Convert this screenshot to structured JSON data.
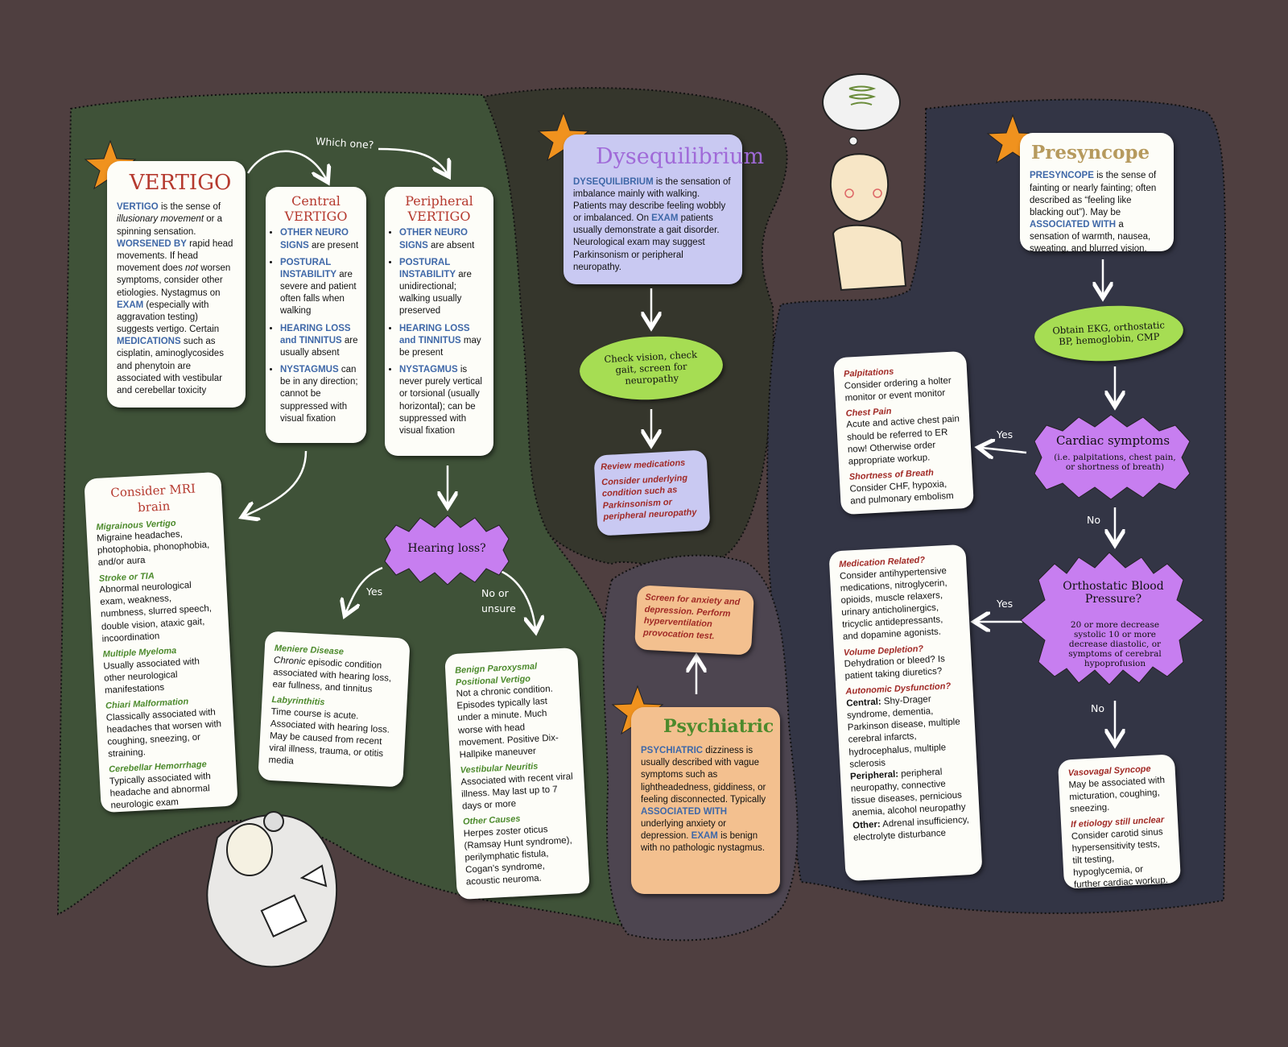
{
  "vertigo": {
    "title": "VERTIGO",
    "kw1": "VERTIGO",
    "t1": " is the sense of ",
    "t1i": "illusionary movement",
    "t1b": " or a spinning sensation. ",
    "kw2": "WORSENED BY",
    "t2": " rapid head movements. If head movement does ",
    "t2i": "not",
    "t2b": " worsen symptoms, consider other etiologies. Nystagmus on ",
    "kw3": "EXAM",
    "t3": " (especially with aggravation testing) suggests vertigo. Certain ",
    "kw4": "MEDICATIONS",
    "t4": " such as cisplatin, aminoglycosides and phenytoin are associated with vestibular and cerebellar toxicity"
  },
  "which_one": "Which one?",
  "central": {
    "title1": "Central",
    "title2": "VERTIGO",
    "items": [
      {
        "kw": "OTHER NEURO SIGNS",
        "text": " are present"
      },
      {
        "kw": "POSTURAL INSTABILITY",
        "text": " are severe and patient often falls when walking"
      },
      {
        "kw": "HEARING LOSS and TINNITUS",
        "text": " are usually absent"
      },
      {
        "kw": "NYSTAGMUS",
        "text": " can be in any direction; cannot be suppressed with visual fixation"
      }
    ]
  },
  "peripheral": {
    "title1": "Peripheral",
    "title2": "VERTIGO",
    "items": [
      {
        "kw": "OTHER NEURO SIGNS",
        "text": " are absent"
      },
      {
        "kw": "POSTURAL INSTABILITY",
        "text": " are unidirectional; walking usually preserved"
      },
      {
        "kw": "HEARING LOSS and TINNITUS",
        "text": " may be present"
      },
      {
        "kw": "NYSTAGMUS",
        "text": " is never purely vertical or torsional (usually horizontal); can be suppressed with visual fixation"
      }
    ]
  },
  "mri": {
    "title": "Consider MRI brain",
    "items": [
      {
        "head": "Migrainous Vertigo",
        "text": "Migraine headaches, photophobia, phonophobia, and/or aura"
      },
      {
        "head": "Stroke or TIA",
        "text": "Abnormal neurological exam, weakness, numbness, slurred speech, double vision, ataxic gait, incoordination"
      },
      {
        "head": "Multiple Myeloma",
        "text": "Usually associated with other neurological manifestations"
      },
      {
        "head": "Chiari Malformation",
        "text": "Classically associated with headaches that worsen with coughing, sneezing, or straining."
      },
      {
        "head": "Cerebellar Hemorrhage",
        "text": "Typically associated with headache and abnormal neurologic exam"
      }
    ]
  },
  "hearing_loss": "Hearing loss?",
  "yes": "Yes",
  "no_or_unsure": "No or unsure",
  "meniere": {
    "items": [
      {
        "head": "Meniere Disease",
        "text": " episodic condition associated with hearing loss, ear fullness, and tinnitus",
        "ital": "Chronic"
      },
      {
        "head": "Labyrinthitis",
        "text": "Time course is acute. Associated with hearing loss. May be caused from recent viral illness, trauma, or otitis media",
        "ital": ""
      }
    ]
  },
  "bppv": {
    "items": [
      {
        "head": "Benign Paroxysmal Positional Vertigo",
        "text": "Not a chronic condition. Episodes typically last under a minute. Much worse with head movement. Positive Dix-Hallpike maneuver"
      },
      {
        "head": "Vestibular Neuritis",
        "text": "Associated with recent viral illness. May last up to 7 days or more"
      },
      {
        "head": "Other Causes",
        "text": "Herpes zoster oticus (Ramsay Hunt syndrome), perilymphatic fistula, Cogan's syndrome, acoustic neuroma."
      }
    ]
  },
  "dys": {
    "title": "Dysequilibrium",
    "kw1": "DYSEQUILIBRIUM",
    "t1": " is the sensation of imbalance mainly with walking. Patients may describe feeling wobbly or imbalanced. On ",
    "kw2": "EXAM",
    "t2": " patients usually demonstrate a gait disorder. Neurological exam may suggest Parkinsonism or peripheral neuropathy.",
    "check": "Check vision, check gait, screen for neuropathy",
    "review_head": "Review medications",
    "review_text": "Consider underlying condition such as Parkinsonism or peripheral neuropathy"
  },
  "psych": {
    "screen": "Screen for anxiety and depression. Perform hyperventilation provocation test.",
    "title": "Psychiatric",
    "kw1": "PSYCHIATRIC",
    "t1": " dizziness is usually described with vague symptoms such as lightheadedness, giddiness, or feeling disconnected. Typically ",
    "kw2": "ASSOCIATED WITH",
    "t2": " underlying anxiety or depression. ",
    "kw3": "EXAM",
    "t3": " is benign with no pathologic nystagmus."
  },
  "presyncope": {
    "title": "Presyncope",
    "kw1": "PRESYNCOPE",
    "t1": " is the sense of fainting or nearly fainting; often described as “feeling like blacking out”). May be ",
    "kw2": "ASSOCIATED WITH",
    "t2": " a sensation of warmth, nausea, sweating, and blurred vision.",
    "obtain": "Obtain EKG, orthostatic BP, hemoglobin, CMP",
    "cardiac_title": "Cardiac symptoms",
    "cardiac_sub": "(i.e. palpitations, chest pain, or shortness of breath)",
    "ortho_title": "Orthostatic Blood Pressure?",
    "ortho_sub": "20 or more decrease systolic 10 or more decrease diastolic, or symptoms of cerebral hypoprofusion",
    "yes": "Yes",
    "no": "No",
    "cardiac_items": [
      {
        "head": "Palpitations",
        "text": "Consider ordering a holter monitor or event monitor"
      },
      {
        "head": "Chest Pain",
        "text": "Acute and active chest pain should be referred to ER now! Otherwise order appropriate workup."
      },
      {
        "head": "Shortness of Breath",
        "text": "Consider CHF, hypoxia, and pulmonary embolism"
      }
    ],
    "med": {
      "h1": "Medication Related?",
      "t1": "Consider antihypertensive medications, nitroglycerin, opioids, muscle relaxers, urinary anticholinergics, tricyclic antidepressants, and dopamine agonists.",
      "h2": "Volume Depletion?",
      "t2": "Dehydration or bleed? Is patient taking diuretics?",
      "h3": "Autonomic Dysfunction?",
      "c_label": "Central:",
      "c_text": " Shy-Drager syndrome, dementia, Parkinson disease, multiple cerebral infarcts, hydrocephalus, multiple sclerosis",
      "p_label": "Peripheral:",
      "p_text": " peripheral neuropathy, connective tissue diseases, pernicious anemia, alcohol neuropathy",
      "o_label": "Other:",
      "o_text": " Adrenal insufficiency, electrolyte disturbance"
    },
    "vaso": {
      "h1": "Vasovagal Syncope",
      "t1": "May be associated with micturation, coughing, sneezing.",
      "h2": "If etiology still unclear",
      "t2": "Consider carotid sinus hypersensitivity tests, tilt testing, hypoglycemia, or further cardiac workup."
    }
  },
  "colors": {
    "background": "#4f3f40",
    "vertigo_panel": "#3f5238",
    "dys_panel": "#35362c",
    "psych_panel": "#4d4550",
    "presyncope_panel": "#333545",
    "star": "#f0921e",
    "burst": "#c77ef0",
    "oval": "#a6dd53",
    "keyword_blue": "#3f68a8",
    "title_red": "#b5392e"
  }
}
